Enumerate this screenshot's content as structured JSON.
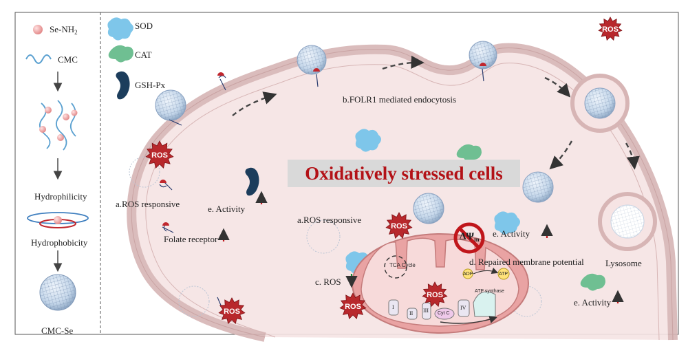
{
  "legend": {
    "se_nh2": {
      "base": "Se-NH",
      "sub": "2"
    },
    "cmc": "CMC",
    "hydrophilicity": "Hydrophilicity",
    "hydrophobicity": "Hydrophobicity",
    "cmc_se": "CMC-Se"
  },
  "enzymes": {
    "sod": "SOD",
    "cat": "CAT",
    "gsh_px": "GSH-Px"
  },
  "labels": {
    "ros": "ROS",
    "ros_responsive_left": "a.ROS responsive",
    "ros_responsive_mito": "a.ROS responsive",
    "folate_receptor": "Folate receptor",
    "endocytosis": "b.FOLR1 mediated endocytosis",
    "activity_cyto": "e. Activity",
    "activity_mito": "e. Activity",
    "activity_right": "e. Activity",
    "ros_decrease": "c. ROS",
    "membrane_potential": "d. Repaired membrane potential",
    "delta_psi": "ΔΨ",
    "delta_psi_sub": "m",
    "lysosome": "Lysosome",
    "title": "Oxidatively stressed cells",
    "tca_cycle": "TCA Cycle",
    "adp": "ADP",
    "atp": "ATP",
    "atp_synthase": "ATP synthase",
    "complex_i": "I",
    "complex_ii": "II",
    "complex_iii": "III",
    "cyt_c": "Cyt C",
    "complex_iv": "IV"
  },
  "colors": {
    "cell_fill": "#f4dede",
    "cell_stroke": "#c99a9a",
    "mito_fill": "#e9a3a3",
    "mito_inner": "#f7dada",
    "ros_star": "#b8282c",
    "sod": "#7ec6ea",
    "cat": "#6fbf92",
    "gsh_px": "#1c3d5c",
    "title_red": "#b31217",
    "banner_gray": "#d9d9d9"
  }
}
